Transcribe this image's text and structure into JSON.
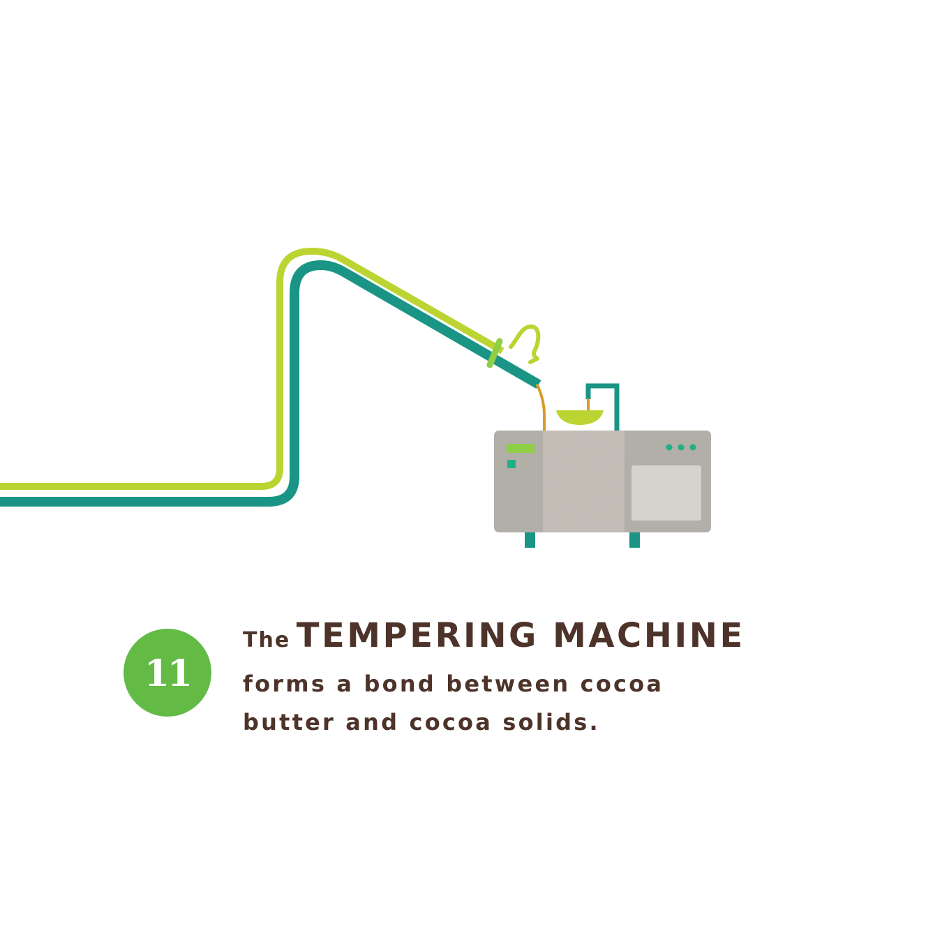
{
  "step": {
    "number": "11"
  },
  "caption": {
    "lead": "The",
    "title": "TEMPERING MACHINE",
    "lines": [
      "forms a bond between cocoa",
      "butter and cocoa solids."
    ]
  },
  "colors": {
    "background": "#ffffff",
    "pipe_outer": "#bcd432",
    "pipe_inner": "#1a9585",
    "chocolate_stream": "#d89a2a",
    "machine_body": "#b2aea8",
    "machine_center": "#c4bcb5",
    "machine_window": "#d6d2cc",
    "display_green": "#8fcf45",
    "indicator_teal": "#1fb088",
    "badge_green": "#63bb45",
    "text_brown": "#4d3329"
  },
  "icons": {
    "pipe": "pipe-icon",
    "spout": "spout-icon",
    "tempering_machine": "tempering-machine-icon",
    "bowl": "bowl-icon",
    "faucet": "faucet-icon"
  }
}
